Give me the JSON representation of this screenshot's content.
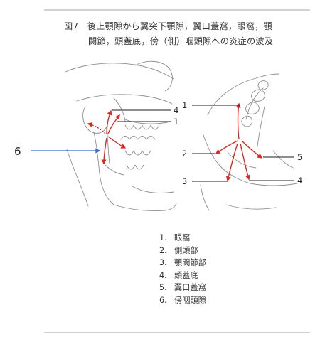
{
  "figure": {
    "title_line1": "図7　後上顎隙から翼突下顎隙，翼口蓋窩，眼窩，顎",
    "title_line2": "関節，頭蓋底，傍（側）咽頭隙への炎症の波及"
  },
  "diagram": {
    "colors": {
      "outline": "#8f8f8f",
      "arrow": "#d62a20",
      "leader": "#1b1b1b",
      "pointer": "#3a6fd0"
    },
    "left_view": {
      "labels": [
        "4",
        "1",
        "6"
      ]
    },
    "right_view": {
      "labels": [
        "1",
        "2",
        "5",
        "3",
        "4"
      ]
    }
  },
  "legend": {
    "items": [
      {
        "index": "1.",
        "text": "眼窩"
      },
      {
        "index": "2.",
        "text": "側頭部"
      },
      {
        "index": "3.",
        "text": "顎関節部"
      },
      {
        "index": "4.",
        "text": "頭蓋底"
      },
      {
        "index": "5.",
        "text": "翼口蓋窩"
      },
      {
        "index": "6.",
        "text": "傍咽頭隙"
      }
    ]
  }
}
